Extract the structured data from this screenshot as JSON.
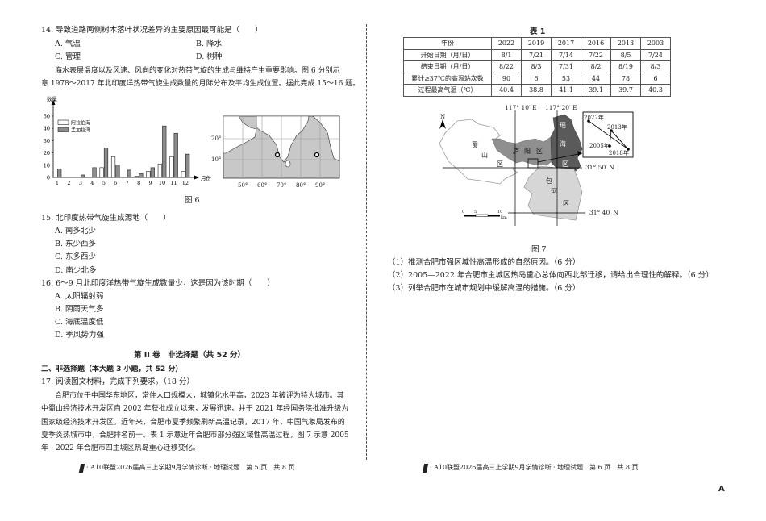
{
  "left": {
    "q14": {
      "stem": "14. 导致道路两侧树木落叶状况差异的主要原因最可能是（　　）",
      "a": "A. 气温",
      "b": "B. 降水",
      "c": "C. 管理",
      "d": "D. 树种"
    },
    "intro": [
      "海水表层温度以及风速、风向的变化对热带气旋的生成与维持产生重要影响。图 6 分别示",
      "意 1978～2017 年北印度洋热带气旋生成数量的月际分布及平均生成位置。据此完成 15～16 题。"
    ],
    "fig6_caption": "图 6",
    "map_lat_labels": [
      "20°",
      "10°"
    ],
    "map_lon_labels": [
      "50°",
      "60°",
      "70°",
      "80°",
      "90°"
    ],
    "q15": {
      "stem": "15. 北印度热带气旋生成源地（　　）",
      "options": [
        "A. 南多北少",
        "B. 东少西多",
        "C. 东多西少",
        "D. 南少北多"
      ]
    },
    "q16": {
      "stem": "16. 6～9 月北印度洋热带气旋生成数量少，这是因为该时期（　　）",
      "options": [
        "A. 太阳辐射弱",
        "B. 阴雨天气多",
        "C. 海底温度低",
        "D. 季风势力强"
      ]
    },
    "section_title": "第 II 卷　非选择题（共 52 分）",
    "section_sub": "二、非选择题（本大题 3 小题，共 52 分）",
    "q17": {
      "stem": "17. 阅读图文材料，完成下列要求。（18 分）",
      "para": [
        "合肥市位于中国华东地区，常住人口规模大，城镇化水平高，2023 年被评为特大城市。其",
        "中蜀山经济技术开发区自 2002 年获批成立以来，发展迅速，并于 2021 年经国务院批准升级为",
        "国家级经济技术开发区。近年来，合肥市夏季频繁刷新高温记录，2017 年，中国气象局发布的",
        "夏季炎热城市中，合肥排名前十。表 1 示意近年合肥市部分强区域性高温过程，图 7 示意 2005",
        "年—2022 年合肥市四主城区热岛重心迁移变化。"
      ]
    },
    "footer": "· A10联盟2026届高三上学期9月学情诊断 · 地理试题　第 5 页　共 8 页"
  },
  "right": {
    "table_title": "表 1",
    "table": {
      "header": [
        "年份",
        "2022",
        "2019",
        "2017",
        "2016",
        "2013",
        "2003"
      ],
      "rows": [
        [
          "开始日期（月/日）",
          "8/1",
          "7/21",
          "7/14",
          "7/22",
          "8/5",
          "7/24"
        ],
        [
          "结束日期（月/日）",
          "8/22",
          "8/3",
          "7/31",
          "8/2",
          "8/19",
          "8/3"
        ],
        [
          "累计≥37℃的高温站次数",
          "90",
          "6",
          "53",
          "44",
          "78",
          "6"
        ],
        [
          "过程最高气温（℃）",
          "40.4",
          "38.8",
          "41.1",
          "39.1",
          "39.7",
          "40.3"
        ]
      ]
    },
    "map": {
      "north": "N",
      "lon1": "117° 10′ E",
      "lon2": "117° 20′ E",
      "lat1": "31° 50′ N",
      "lat2": "31° 40′ N",
      "districts": {
        "shushan": [
          "蜀",
          "山",
          "区"
        ],
        "luyang": [
          "庐",
          "阳",
          "区"
        ],
        "yaohai": [
          "瑶",
          "海",
          "区"
        ],
        "baohe": [
          "包",
          "河",
          "区"
        ]
      },
      "inset_years": [
        "2022年",
        "2013年",
        "2005年",
        "2018年"
      ],
      "scale": [
        "0",
        "5",
        "10",
        "km"
      ],
      "colors": {
        "luyang": "#8f8f8f",
        "yaohai": "#5a5a5a",
        "baohe": "#d6d6d6"
      }
    },
    "fig7_caption": "图 7",
    "questions": [
      "（1）推测合肥市强区域性高温形成的自然原因。（6 分）",
      "（2）2005—2022 年合肥市主城区热岛重心总体向西北部迁移，请给出合理性的解释。（6 分）",
      "（3）列举合肥市在城市规划中缓解高温的措施。（6 分）"
    ],
    "footer": "· A10联盟2026届高三上学期9月学情诊断 · 地理试题　第 6 页　共 8 页",
    "corner": "A"
  },
  "chart_data": {
    "type": "bar",
    "ylabel": "数量",
    "xlabel": "月份",
    "categories": [
      "1",
      "2",
      "3",
      "4",
      "5",
      "6",
      "7",
      "8",
      "9",
      "10",
      "11",
      "12"
    ],
    "yticks": [
      "0",
      "10",
      "20",
      "30",
      "40",
      "50"
    ],
    "ylim": [
      0,
      50
    ],
    "legend_position": "top-left",
    "series": [
      {
        "name": "阿拉伯海",
        "color": "#ffffff",
        "values": [
          0,
          0,
          0,
          0,
          8,
          17,
          0,
          1,
          5,
          11,
          17,
          5
        ]
      },
      {
        "name": "孟加拉湾",
        "color": "#8c8c8c",
        "values": [
          7,
          0,
          2,
          8,
          24,
          10,
          6,
          3,
          8,
          42,
          36,
          19
        ]
      }
    ]
  }
}
